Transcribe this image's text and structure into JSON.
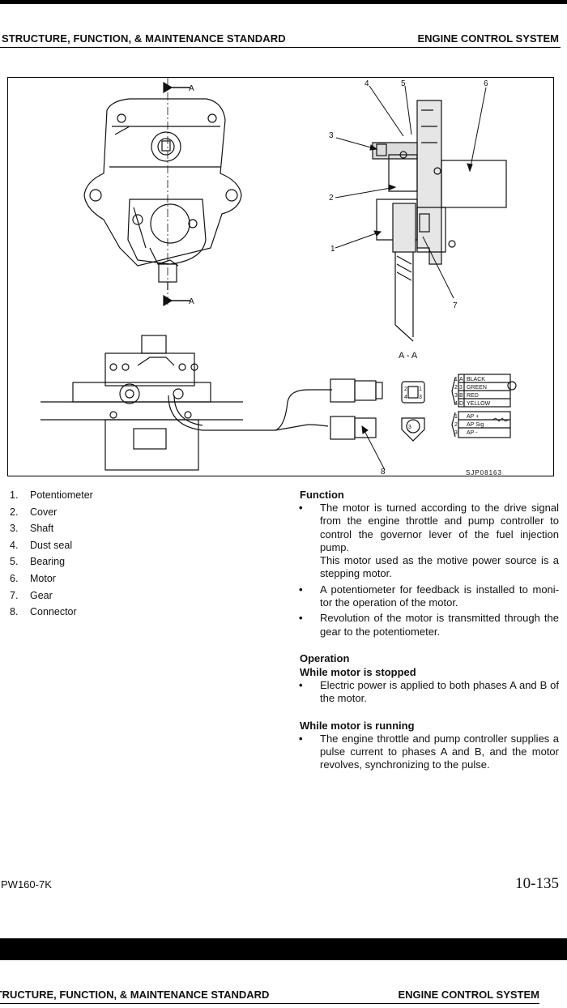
{
  "header": {
    "left": "STRUCTURE, FUNCTION, & MAINTENANCE STANDARD",
    "right": "ENGINE CONTROL SYSTEM"
  },
  "figure": {
    "section_marker": "A",
    "section_label": "A - A",
    "callouts": [
      "1",
      "2",
      "3",
      "4",
      "5",
      "6",
      "7",
      "8"
    ],
    "connector_upper": {
      "pins": [
        "A",
        "3",
        "B",
        "D"
      ],
      "pin_numbers": [
        "1",
        "2",
        "3",
        "4"
      ],
      "wires": [
        "BLACK",
        "GREEN",
        "RED",
        "YELLOW"
      ]
    },
    "connector_lower": {
      "pin_numbers": [
        "1",
        "2",
        "3"
      ],
      "signals": [
        "AP +",
        "AP Sig",
        "AP -"
      ]
    },
    "drawing_code": "SJP08163"
  },
  "parts": [
    {
      "num": "1.",
      "name": "Potentiometer"
    },
    {
      "num": "2.",
      "name": "Cover"
    },
    {
      "num": "3.",
      "name": "Shaft"
    },
    {
      "num": "4.",
      "name": "Dust seal"
    },
    {
      "num": "5.",
      "name": "Bearing"
    },
    {
      "num": "6.",
      "name": "Motor"
    },
    {
      "num": "7.",
      "name": "Gear"
    },
    {
      "num": "8.",
      "name": "Connector"
    }
  ],
  "function": {
    "heading": "Function",
    "bullets": [
      "The motor is turned according to the drive signal from the engine throttle and pump controller to control the governor lever of the fuel injection pump.",
      "A potentiometer for feedback is installed to moni-tor the operation of the motor.",
      "Revolution of the motor is transmitted through the gear to the potentiometer."
    ],
    "note": "This motor used as the motive power source is a stepping motor."
  },
  "operation": {
    "heading": "Operation",
    "stopped_heading": "While motor is stopped",
    "stopped_bullet": "Electric power is applied to both phases A and B of the motor.",
    "running_heading": "While motor is running",
    "running_bullet": "The engine throttle and pump controller supplies a pulse current to phases A and B, and the motor revolves, synchronizing to the pulse."
  },
  "footer": {
    "model": "PW160-7K",
    "page": "10-135"
  },
  "next_page_header": {
    "left": "STRUCTURE, FUNCTION, & MAINTENANCE STANDARD",
    "right": "ENGINE CONTROL SYSTEM"
  }
}
